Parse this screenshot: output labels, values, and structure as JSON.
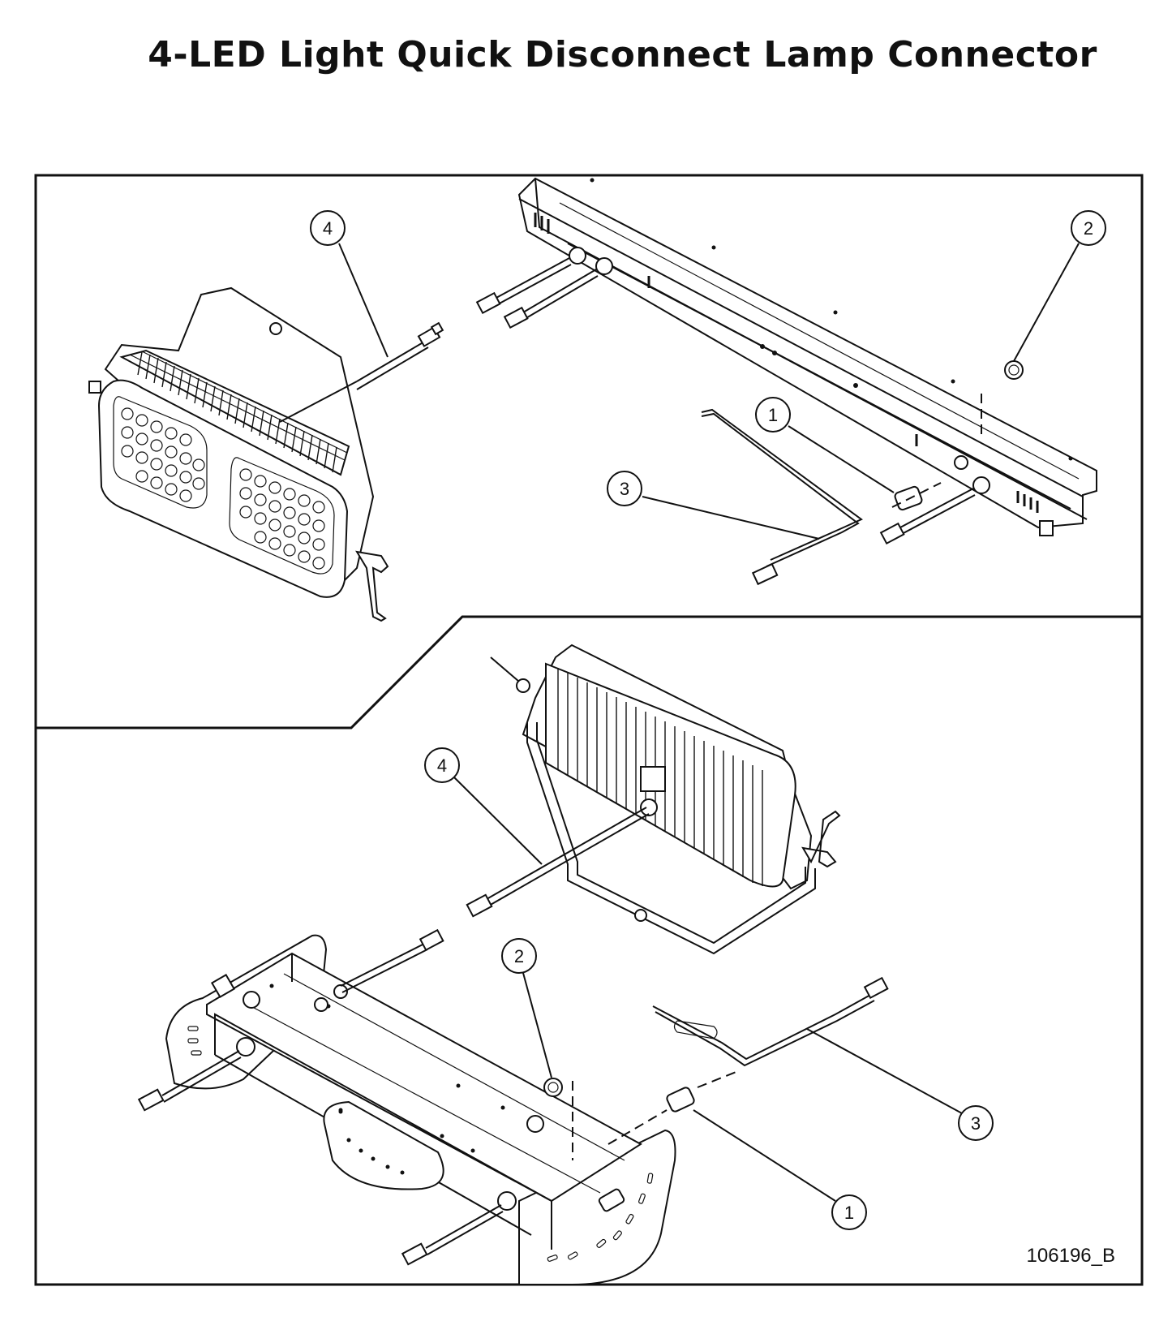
{
  "title": "4-LED Light Quick Disconnect Lamp Connector",
  "drawing_number": "106196_B",
  "callouts": {
    "top": [
      {
        "id": "4"
      },
      {
        "id": "2"
      },
      {
        "id": "1"
      },
      {
        "id": "3"
      }
    ],
    "bottom": [
      {
        "id": "4"
      },
      {
        "id": "2"
      },
      {
        "id": "3"
      },
      {
        "id": "1"
      }
    ]
  }
}
